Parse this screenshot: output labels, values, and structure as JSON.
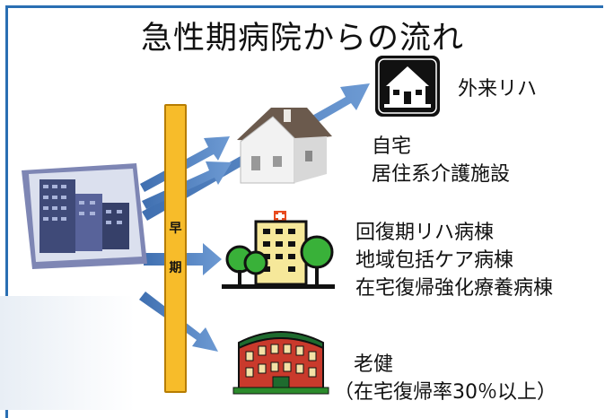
{
  "title": "急性期病院からの流れ",
  "phase": {
    "line1": "早",
    "line2": "期"
  },
  "destinations": {
    "outpatient": "外来リハ",
    "home_line1": "自宅",
    "home_line2": "居住系介護施設",
    "rehab_line1": "回復期リハ病棟",
    "rehab_line2": "地域包括ケア病棟",
    "rehab_line3": "在宅復帰強化療養病棟",
    "roken_line1": "老健",
    "roken_line2": "（在宅復帰率30％以上）"
  },
  "icons": [
    "hospital-building-icon",
    "clinic-icon",
    "house-icon",
    "rehab-hospital-icon",
    "care-facility-icon"
  ],
  "colors": {
    "frame": "#2a6fb3",
    "arrow": "#4f7fbf",
    "phase_bar": "#f7bc2a"
  }
}
